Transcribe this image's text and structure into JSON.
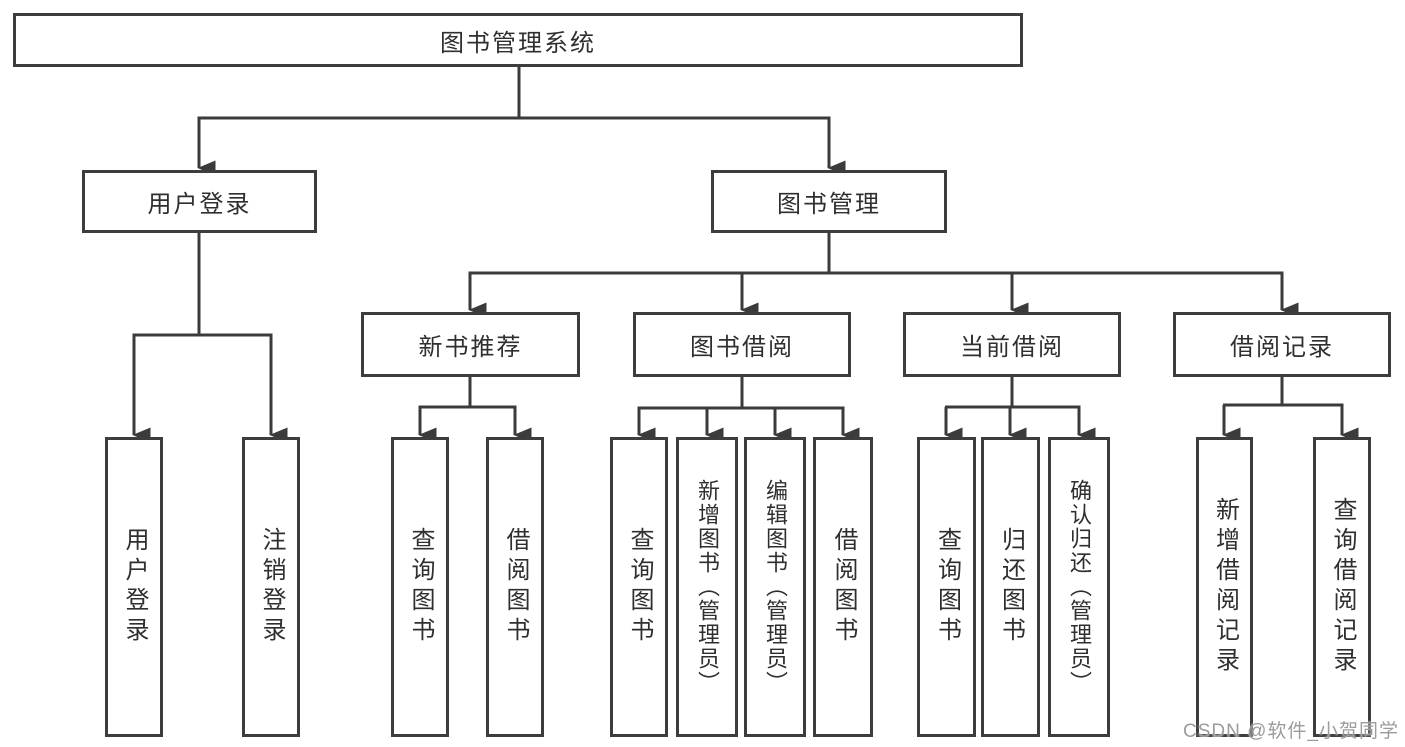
{
  "tree": {
    "label": "图书管理系统",
    "children": [
      {
        "label": "用户登录",
        "children": [
          {
            "label": "用户登录"
          },
          {
            "label": "注销登录"
          }
        ]
      },
      {
        "label": "图书管理",
        "children": [
          {
            "label": "新书推荐",
            "children": [
              {
                "label": "查询图书"
              },
              {
                "label": "借阅图书"
              }
            ]
          },
          {
            "label": "图书借阅",
            "children": [
              {
                "label": "查询图书"
              },
              {
                "label": "新增图书（管理员）"
              },
              {
                "label": "编辑图书（管理员）"
              },
              {
                "label": "借阅图书"
              }
            ]
          },
          {
            "label": "当前借阅",
            "children": [
              {
                "label": "查询图书"
              },
              {
                "label": "归还图书"
              },
              {
                "label": "确认归还（管理员）"
              }
            ]
          },
          {
            "label": "借阅记录",
            "children": [
              {
                "label": "新增借阅记录"
              },
              {
                "label": "查询借阅记录"
              }
            ]
          }
        ]
      }
    ]
  },
  "watermark": {
    "text": "CSDN @软件_小贺同学"
  },
  "colors": {
    "line": "#3b3b3b",
    "box_border": "#3d3d3d",
    "text": "#2f2f2f",
    "watermark": "#9c9c9c",
    "background": "#ffffff"
  }
}
